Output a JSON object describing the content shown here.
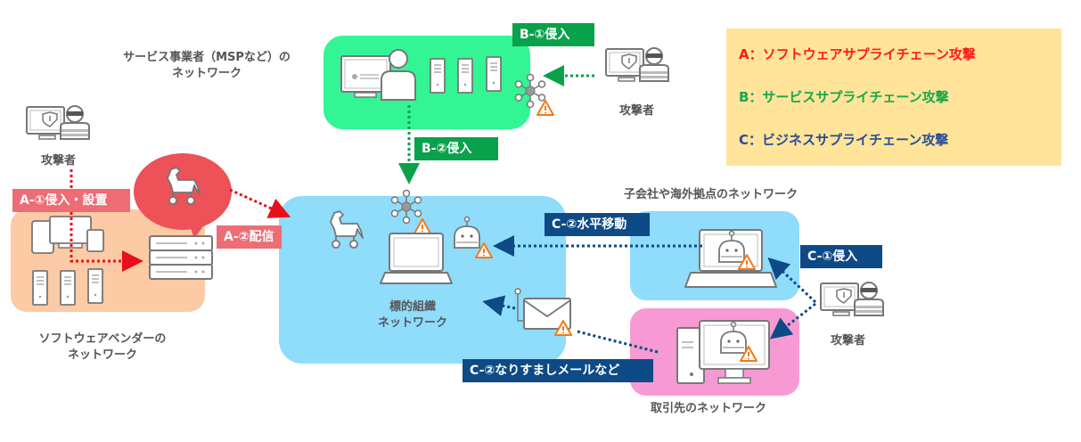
{
  "legend": {
    "a": {
      "text": "A：ソフトウェアサプライチェーン攻撃",
      "color": "#ff1a1a"
    },
    "b": {
      "text": "B：サービスサプライチェーン攻撃",
      "color": "#1aa84a"
    },
    "c": {
      "text": "C：ビジネスサプライチェーン攻撃",
      "color": "#2a4d96"
    }
  },
  "networks": {
    "msp": {
      "caption_line1": "サービス事業者（MSPなど）の",
      "caption_line2": "ネットワーク",
      "color": "#33f593"
    },
    "vendor": {
      "caption_line1": "ソフトウェアベンダーの",
      "caption_line2": "ネットワーク",
      "color": "#fccaa5"
    },
    "target": {
      "caption_line1": "標的組織",
      "caption_line2": "ネットワーク",
      "color": "#8fdcfb"
    },
    "subsidiary": {
      "caption": "子会社や海外拠点のネットワーク",
      "color": "#8fdcfb"
    },
    "partner": {
      "caption": "取引先のネットワーク",
      "color": "#f79ad4"
    }
  },
  "attackers": {
    "left": {
      "label": "攻撃者"
    },
    "top": {
      "label": "攻撃者"
    },
    "right": {
      "label": "攻撃者"
    }
  },
  "steps": {
    "a1": "A-①侵入・設置",
    "a2": "A-②配信",
    "b1": "B-①侵入",
    "b2": "B-②侵入",
    "c1": "C-①侵入",
    "c2_lateral": "C-②水平移動",
    "c2_mail": "C-②なりすましメールなど"
  },
  "colors": {
    "a_arrow": "#e8101a",
    "b_arrow": "#0aa14b",
    "c_arrow": "#0e4a86",
    "warning": "#f07a1a",
    "icon_stroke": "#6b6b6b"
  }
}
